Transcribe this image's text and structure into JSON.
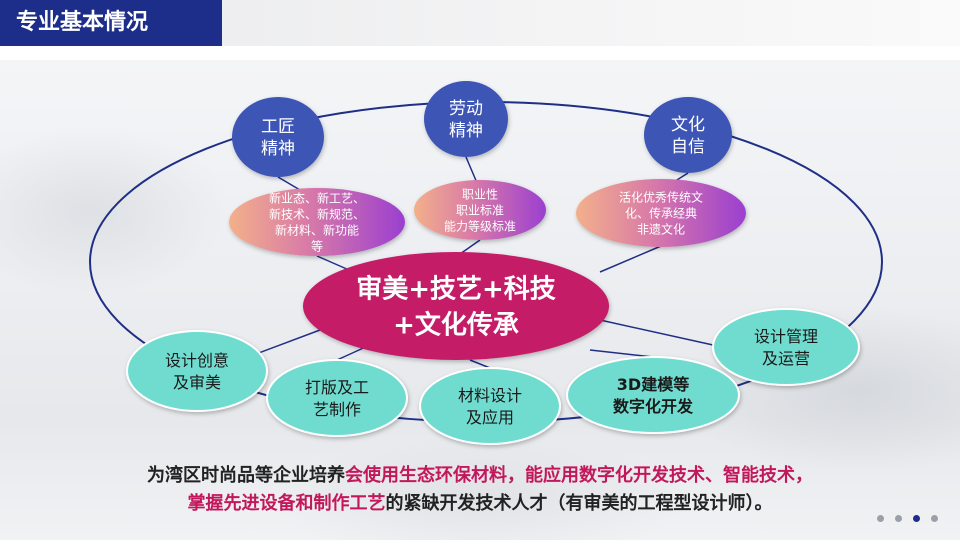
{
  "header": {
    "title": "专业基本情况"
  },
  "colors": {
    "navy": "#1d2e8a",
    "ellipse_stroke": "#1f2f86",
    "spirit_fill": "#3c55b5",
    "center_fill": "#c41a66",
    "teal_fill": "#6fdcd0",
    "magenta_text": "#c2185b"
  },
  "spirits": [
    {
      "label_lines": [
        "工匠",
        "精神"
      ]
    },
    {
      "label_lines": [
        "劳动",
        "精神"
      ]
    },
    {
      "label_lines": [
        "文化",
        "自信"
      ]
    }
  ],
  "descriptors": [
    {
      "lines": [
        "新业态、新工艺、",
        "新技术、新规范、",
        "新材料、新功能",
        "等"
      ]
    },
    {
      "lines": [
        "职业性",
        "职业标准",
        "能力等级标准"
      ]
    },
    {
      "lines": [
        "活化优秀传统文",
        "化、传承经典",
        "非遗文化"
      ]
    }
  ],
  "center": {
    "lines": [
      "审美+技艺+科技",
      "+文化传承"
    ]
  },
  "competencies": [
    {
      "lines": [
        "设计创意",
        "及审美"
      ]
    },
    {
      "lines": [
        "打版及工",
        "艺制作"
      ]
    },
    {
      "lines": [
        "材料设计",
        "及应用"
      ]
    },
    {
      "lines": [
        "3D建模等",
        "数字化开发"
      ]
    },
    {
      "lines": [
        "设计管理",
        "及运营"
      ]
    }
  ],
  "caption": {
    "line1_plain": "为湾区时尚品等企业培养",
    "line1_highlight": "会使用生态环保材料，能应用数字化开发技术、智能技术，",
    "line2_highlight": "掌握先进设备和制作工艺",
    "line2_plain": "的紧缺开发技术人才（有审美的工程型设计师）。"
  },
  "pager": {
    "count": 4,
    "active_index": 2
  }
}
